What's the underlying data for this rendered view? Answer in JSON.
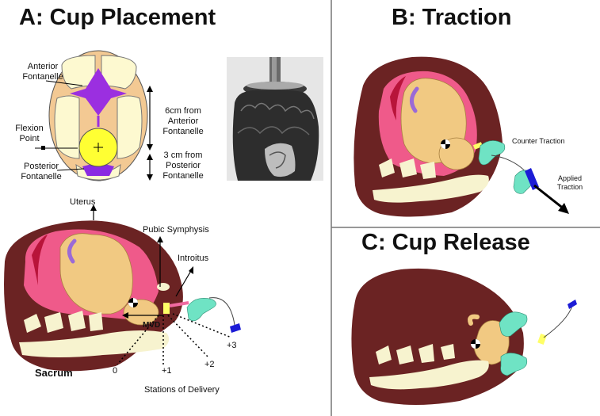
{
  "panels": {
    "a": {
      "title": "A: Cup Placement",
      "labels": {
        "anterior_fontanelle": [
          "Anterior",
          "Fontanelle"
        ],
        "flexion_point": [
          "Flexion",
          "Point"
        ],
        "posterior_fontanelle": [
          "Posterior",
          "Fontanelle"
        ],
        "six_cm": [
          "6cm from",
          "Anterior",
          "Fontanelle"
        ],
        "three_cm": [
          "3 cm from",
          "Posterior",
          "Fontanelle"
        ],
        "uterus": "Uterus",
        "pubic_symphysis": "Pubic Symphysis",
        "introitus": "Introitus",
        "mvd": "MVD",
        "sacrum": "Sacrum",
        "stations": [
          "0",
          "+1",
          "+2",
          "+3"
        ],
        "stations_of_delivery": "Stations of Delivery"
      }
    },
    "b": {
      "title": "B: Traction",
      "labels": {
        "counter_traction": "Counter Traction",
        "applied_traction": [
          "Applied",
          "Traction"
        ]
      }
    },
    "c": {
      "title": "C: Cup Release"
    }
  },
  "colors": {
    "uterus": "#6b2323",
    "pelvis_bone": "#f7f3cf",
    "fetus": "#f1c982",
    "amniotic": "#ef5a8a",
    "fontanelle": "#9b2fe0",
    "flexion_point": "#ffff33",
    "hand": "#6fe3c4",
    "cup": "#1c1cd6"
  }
}
